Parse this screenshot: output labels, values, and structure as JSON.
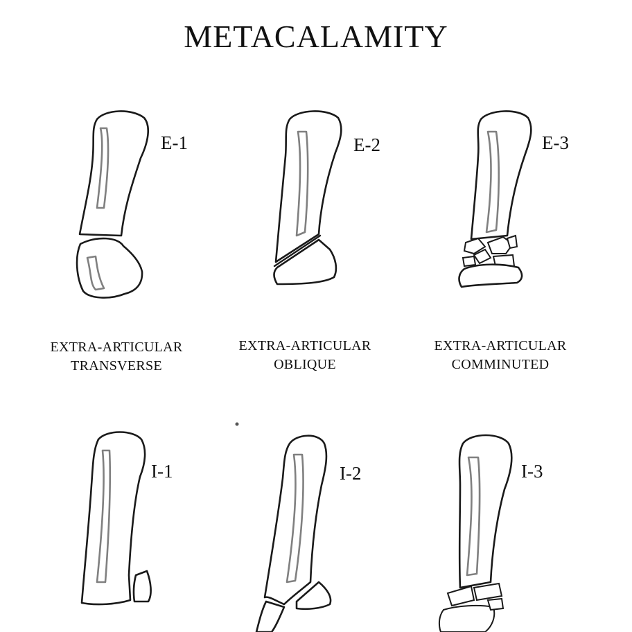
{
  "title": "METACALAMITY",
  "panels": [
    {
      "code": "E-1",
      "caption_line1": "EXTRA-ARTICULAR",
      "caption_line2": "TRANSVERSE"
    },
    {
      "code": "E-2",
      "caption_line1": "EXTRA-ARTICULAR",
      "caption_line2": "OBLIQUE"
    },
    {
      "code": "E-3",
      "caption_line1": "EXTRA-ARTICULAR",
      "caption_line2": "COMMINUTED"
    },
    {
      "code": "I-1"
    },
    {
      "code": "I-2"
    },
    {
      "code": "I-3"
    }
  ]
}
